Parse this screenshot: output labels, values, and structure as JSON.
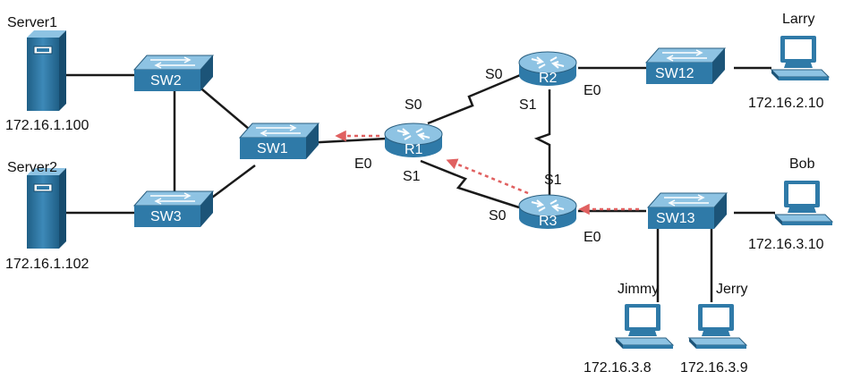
{
  "colors": {
    "device_fill": "#2f7aa8",
    "device_top": "#8ec3e3",
    "flow_arrow": "#e06060",
    "link": "#1a1a1a"
  },
  "servers": {
    "server1": {
      "name": "Server1",
      "ip": "172.16.1.100",
      "icon": "server-icon"
    },
    "server2": {
      "name": "Server2",
      "ip": "172.16.1.102",
      "icon": "server-icon"
    }
  },
  "switches": {
    "sw1": "SW1",
    "sw2": "SW2",
    "sw3": "SW3",
    "sw12": "SW12",
    "sw13": "SW13"
  },
  "routers": {
    "r1": "R1",
    "r2": "R2",
    "r3": "R3"
  },
  "pcs": {
    "larry": {
      "name": "Larry",
      "ip": "172.16.2.10",
      "icon": "pc-icon"
    },
    "bob": {
      "name": "Bob",
      "ip": "172.16.3.10",
      "icon": "pc-icon"
    },
    "jimmy": {
      "name": "Jimmy",
      "ip": "172.16.3.8",
      "icon": "pc-icon"
    },
    "jerry": {
      "name": "Jerry",
      "ip": "172.16.3.9",
      "icon": "pc-icon"
    }
  },
  "interfaces": {
    "r1_e0": "E0",
    "r1_s0": "S0",
    "r1_s1": "S1",
    "r2_s0": "S0",
    "r2_s1": "S1",
    "r2_e0": "E0",
    "r3_s0": "S0",
    "r3_s1": "S1",
    "r3_e0": "E0"
  }
}
